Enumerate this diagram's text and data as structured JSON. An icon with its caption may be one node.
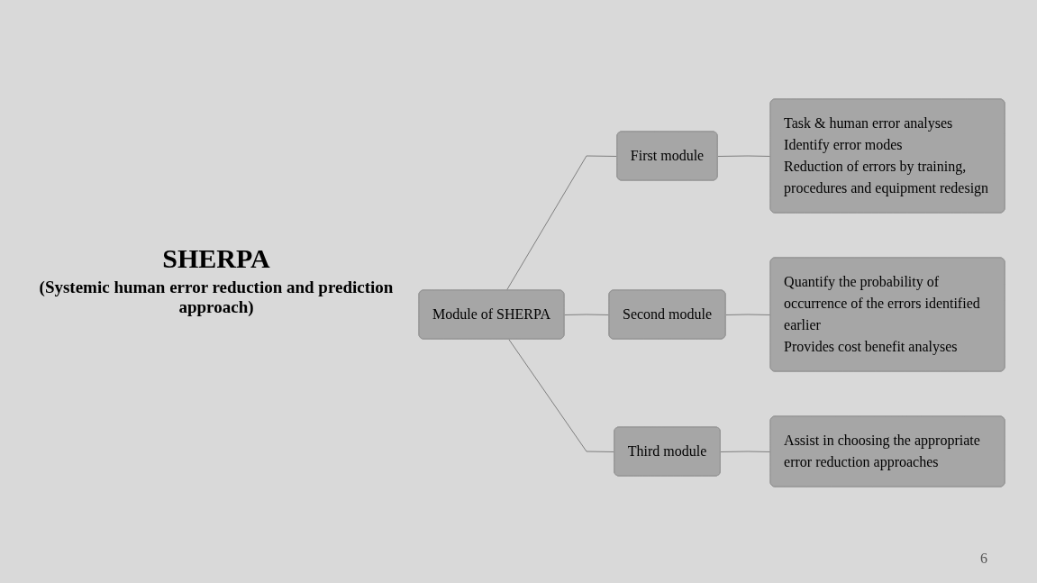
{
  "diagram": {
    "title": "SHERPA",
    "nodes": [
      {
        "text": [
          "Module of SHERPA"
        ]
      },
      {
        "text": [
          "First module"
        ]
      },
      {
        "text": [
          "Task & human error analyses",
          "Identify error modes",
          "Reduction of errors by training, procedures and equipment redesign"
        ]
      },
      {
        "text": [
          "Second module"
        ]
      },
      {
        "text": [
          "Quantify the probability of occurrence of the errors identified earlier",
          "Provides cost benefit analyses"
        ]
      },
      {
        "text": [
          "Third module"
        ]
      },
      {
        "text": [
          "Assist in choosing the appropriate error reduction approaches"
        ]
      }
    ],
    "edges": [
      {
        "from": 0,
        "to": 1,
        "arrow": "none"
      },
      {
        "from": 0,
        "to": 3,
        "arrow": "none"
      },
      {
        "from": 0,
        "to": 5,
        "arrow": "none"
      },
      {
        "from": 1,
        "to": 2,
        "arrow": "none"
      },
      {
        "from": 3,
        "to": 4,
        "arrow": "none"
      },
      {
        "from": 5,
        "to": 6,
        "arrow": "none"
      }
    ],
    "labels": [
      "(Systemic human error reduction and prediction approach)",
      "6"
    ]
  }
}
